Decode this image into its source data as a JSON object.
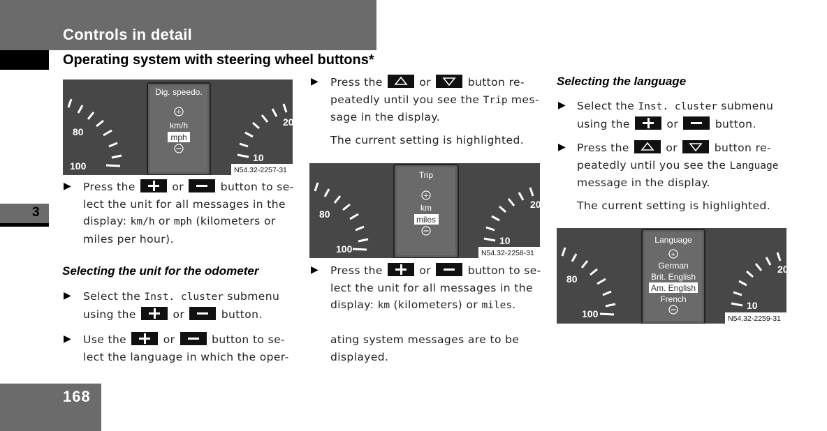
{
  "header": {
    "title": "Controls in detail",
    "section_title": "Operating system with steering wheel buttons*",
    "chapter": "3",
    "page": "168"
  },
  "fig1": {
    "display_title": "Dig. speedo.",
    "options": [
      "km/h",
      "mph"
    ],
    "selected": "mph",
    "gauge_left": [
      "80",
      "100"
    ],
    "gauge_right": [
      "20",
      "10"
    ],
    "code": "N54.32-2257-31"
  },
  "fig2": {
    "display_title": "Trip",
    "options": [
      "km",
      "miles"
    ],
    "selected": "miles",
    "gauge_left": [
      "80",
      "100"
    ],
    "gauge_right": [
      "20",
      "10"
    ],
    "code": "N54.32-2258-31"
  },
  "fig3": {
    "display_title": "Language",
    "options": [
      "German",
      "Brit. English",
      "Am. English",
      "French"
    ],
    "selected": "Am. English",
    "gauge_left": [
      "80",
      "100"
    ],
    "gauge_right": [
      "20",
      "10"
    ],
    "code": "N54.32-2259-31"
  },
  "col1": {
    "step1_a": "Press the",
    "step1_or": "or",
    "step1_b": "button to se-",
    "step1_l2": "lect the unit for all messages in the",
    "step1_l3a": "display:",
    "step1_kmh": "km/h",
    "step1_or2": "or",
    "step1_mph": "mph",
    "step1_l3b": "(kilometers or",
    "step1_l4": "miles per hour).",
    "heading": "Selecting the unit for the odometer",
    "step2_a": "Select the",
    "step2_mono": "Inst. cluster",
    "step2_b": "submenu",
    "step2_l2a": "using the",
    "step2_or": "or",
    "step2_l2b": "button.",
    "step3_a": "Use the",
    "step3_or": "or",
    "step3_b": "button to se-",
    "step3_l2": "lect the language in which the oper-"
  },
  "col2": {
    "step1_a": "Press the",
    "step1_or": "or",
    "step1_b": "button re-",
    "step1_l2a": "peatedly until you see the",
    "step1_mono": "Trip",
    "step1_l2b": "mes-",
    "step1_l3": "sage in the display.",
    "note": "The current setting is highlighted.",
    "step2_a": "Press the",
    "step2_or": "or",
    "step2_b": "button to se-",
    "step2_l2": "lect the unit for all messages in the",
    "step2_l3a": "display:",
    "step2_km": "km",
    "step2_l3b": "(kilometers) or",
    "step2_miles": "miles",
    "step2_l3c": ".",
    "cont_l1": "ating system messages are to be",
    "cont_l2": "displayed."
  },
  "col3": {
    "heading": "Selecting the language",
    "step1_a": "Select the",
    "step1_mono": "Inst. cluster",
    "step1_b": "submenu",
    "step1_l2a": "using the",
    "step1_or": "or",
    "step1_l2b": "button.",
    "step2_a": "Press the",
    "step2_or": "or",
    "step2_b": "button re-",
    "step2_l2a": "peatedly until you see the",
    "step2_mono": "Language",
    "step2_l3": "message in the display.",
    "note": "The current setting is highlighted."
  }
}
